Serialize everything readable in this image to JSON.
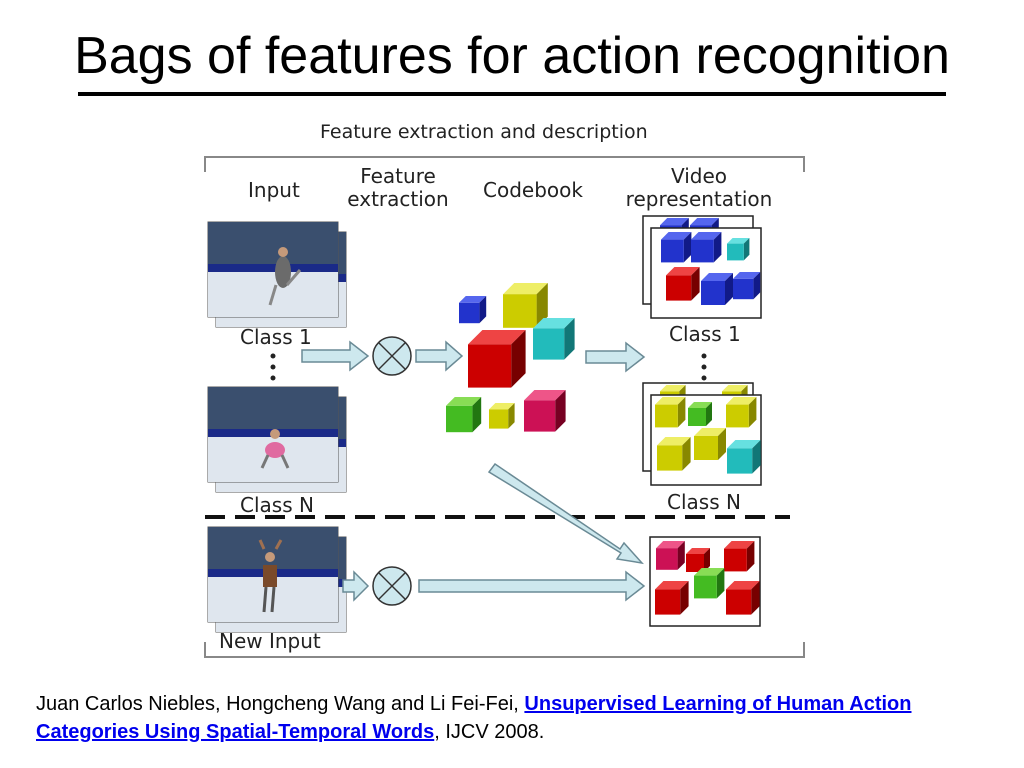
{
  "slide": {
    "title": "Bags of features for action recognition"
  },
  "diagram": {
    "header": "Feature extraction and description",
    "columns": {
      "input": "Input",
      "feature_extraction_line1": "Feature",
      "feature_extraction_line2": "extraction",
      "codebook": "Codebook",
      "video_rep_line1": "Video",
      "video_rep_line2": "representation"
    },
    "labels": {
      "class1_left": "Class 1",
      "classN_left": "Class N",
      "class1_right": "Class 1",
      "classN_right": "Class N",
      "new_input": "New Input"
    },
    "colors": {
      "blue": "#2233cc",
      "yellow": "#cccc00",
      "cyan": "#22bbbb",
      "red": "#cc0000",
      "green": "#44bb22",
      "magenta": "#cc1155",
      "arrow_fill": "#cde8ee"
    }
  },
  "citation": {
    "authors": "Juan Carlos Niebles, Hongcheng Wang and Li Fei-Fei, ",
    "link_text": "Unsupervised Learning of Human Action Categories Using Spatial-Temporal Words",
    "venue": ", IJCV 2008."
  }
}
